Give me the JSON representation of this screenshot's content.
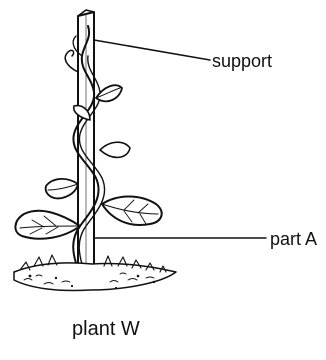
{
  "labels": {
    "support": "support",
    "part_a": "part A",
    "caption": "plant W"
  },
  "colors": {
    "ink": "#111111",
    "paper": "#ffffff"
  }
}
